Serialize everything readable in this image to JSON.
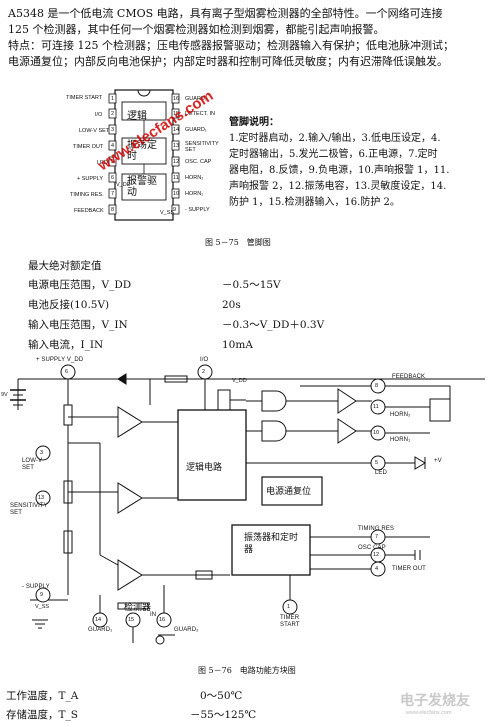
{
  "intro": {
    "line1": "A5348 是一个低电流 CMOS 电路，具有离子型烟雾检测器的全部特性。一个网络可连接",
    "line2": "125 个检测器，其中任何一个烟雾检测器如检测到烟雾，都能引起声响报警。",
    "line3": "特点：可连接 125 个检测器；压电传感器报警驱动；检测器输入有保护；低电池脉冲测试；",
    "line4": "电源通复位；内部反向电池保护；内部定时器和控制可降低灵敏度；内有迟滞降低误触发。"
  },
  "pinout": {
    "left_labels": [
      "TIMER START",
      "I/O",
      "LOW-V SET",
      "TIMER OUT",
      "LED",
      "+ SUPPLY",
      "TIMING RES.",
      "FEEDBACK"
    ],
    "left_nums": [
      "1",
      "2",
      "3",
      "4",
      "5",
      "6",
      "7",
      "8"
    ],
    "right_labels": [
      "GUARD₂",
      "DETECT. IN",
      "GUARD₁",
      "SENSITIVITY SET",
      "OSC. CAP",
      "HORN₂",
      "HORN₁",
      "- SUPPLY"
    ],
    "right_nums": [
      "16",
      "15",
      "14",
      "13",
      "12",
      "11",
      "10",
      "9"
    ],
    "block1": "逻辑",
    "block2": "振荡定时",
    "block3": "报警驱动",
    "vdd": "V_DD",
    "vss": "V_SS",
    "caption": "图 5－75　管脚图"
  },
  "pin_desc": {
    "title": "管脚说明：",
    "lines": [
      "1.定时器启动，2.输入/输出，3.低电压设定，4.",
      "定时器输出，5.发光二极管，6.正电源，7.定时",
      "器电阻，8.反馈，9.负电源，10.声响报警 1，11.",
      "声响报警 2，12.振荡电容，13.灵敏度设定，14.",
      "防护 1，15.检测器输入，16.防护 2。"
    ]
  },
  "ratings": {
    "title": "最大绝对额定值",
    "rows": [
      {
        "label": "电源电压范围，V_DD",
        "value": "－0.5～15V"
      },
      {
        "label": "电池反接(10.5V)",
        "value": "20s"
      },
      {
        "label": "输入电压范围，V_IN",
        "value": "－0.3～V_DD＋0.3V"
      },
      {
        "label": "输入电流，I_IN",
        "value": "10mA"
      }
    ]
  },
  "block_diagram": {
    "supply_label": "+ SUPPLY  V_DD",
    "nine_v": "9V",
    "low_v_set": "LOW-V SET",
    "sensitivity_set": "SENSITIVITY SET",
    "minus_supply": "- SUPPLY",
    "vss": "V_SS",
    "io": "I/O",
    "vdd_small": "V_DD",
    "logic": "逻辑电路",
    "reset": "电源通复位",
    "osc": "振荡器和定时器",
    "feedback": "FEEDBACK",
    "horn2": "HORN₂",
    "horn1": "HORN₁",
    "led": "LED",
    "plus_v": "+V",
    "timing_res": "TIMING RES",
    "osc_cap": "OSC CAP",
    "timer_out": "TIMER OUT",
    "timer_start": "TIMER START",
    "detector": "检测器",
    "in": "IN",
    "guard1": "GUARD₁",
    "guard2": "GUARD₂",
    "pins": [
      "6",
      "3",
      "13",
      "9",
      "2",
      "8",
      "11",
      "10",
      "5",
      "7",
      "12",
      "4",
      "1",
      "14",
      "15",
      "16"
    ],
    "caption": "图 5－76　电路功能方块图"
  },
  "temps": [
    {
      "label": "工作温度，T_A",
      "value": "0～50℃"
    },
    {
      "label": "存储温度，T_S",
      "value": "－55～125℃"
    }
  ],
  "watermark": {
    "text": "www.elecfans.com",
    "brand": "电子发烧友",
    "brand_url": "www.elecfans.com"
  }
}
